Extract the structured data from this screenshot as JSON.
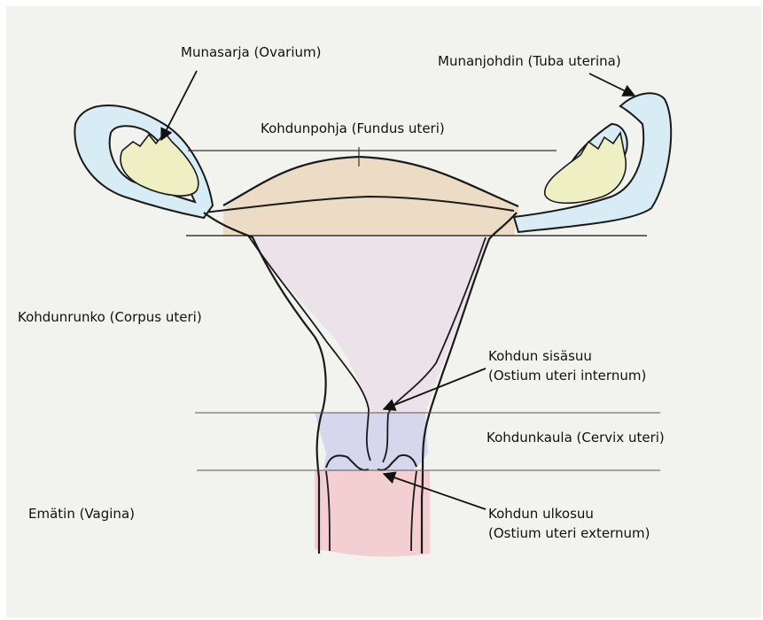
{
  "labels": {
    "ovarium": "Munasarja (Ovarium)",
    "tuba": "Munanjohdin (Tuba uterina)",
    "fundus": "Kohdunpohja (Fundus uteri)",
    "corpus": "Kohdunrunko (Corpus uteri)",
    "ostium_internum_1": "Kohdun sisäsuu",
    "ostium_internum_2": "(Ostium uteri internum)",
    "cervix": "Kohdunkaula (Cervix uteri)",
    "vagina": "Emätin (Vagina)",
    "ostium_externum_1": "Kohdun ulkosuu",
    "ostium_externum_2": "(Ostium uteri externum)"
  },
  "colors": {
    "background": "#f2f2ef",
    "tube": "#d7ecf4",
    "ovary": "#efefc4",
    "fundus": "#ecdcc6",
    "corpus": "#ebe2ea",
    "cervix": "#d6d7ec",
    "vagina": "#f4cfd2",
    "outline": "#1a1a1a"
  }
}
